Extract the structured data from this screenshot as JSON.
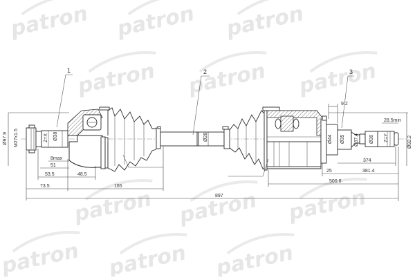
{
  "brand": {
    "watermark_text": "patron",
    "watermark_color": "#e6e6e6"
  },
  "callouts": [
    {
      "id": "1",
      "label": "1"
    },
    {
      "id": "2",
      "label": "2"
    },
    {
      "id": "3",
      "label": "3"
    }
  ],
  "dimensions": {
    "left_outer_diameter": "Ø97.9",
    "left_thread": "M27x1.5",
    "left_spline": "Z=X",
    "left_shaft_diameter": "Ø38",
    "left_8max": "8max",
    "left_51": "51",
    "left_53_5": "53.5",
    "left_48_5": "48.5",
    "left_73_5": "73.5",
    "left_165": "165",
    "mid_shaft_diameter": "Ø28",
    "overall_length": "897",
    "right_9_2": "9.2",
    "right_28_5min": "28.5min",
    "right_outer_diameter": "Ø92.2",
    "right_d44": "Ø44",
    "right_d35": "Ø35",
    "right_d37_4": "Ø37.4",
    "right_d30": "Ø30",
    "right_spline": "Z=Y",
    "right_374": "374",
    "right_25": "25",
    "right_381_4": "381.4",
    "right_500_8": "500.8"
  }
}
